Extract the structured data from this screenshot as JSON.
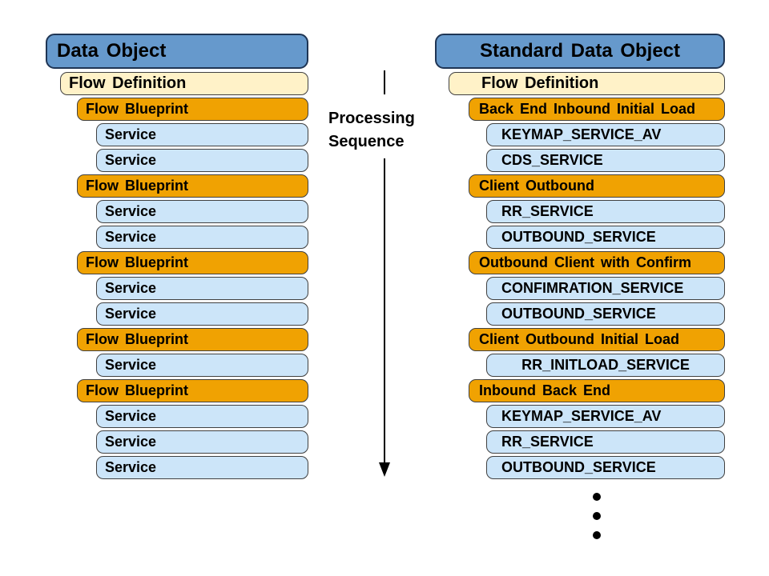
{
  "left_column": {
    "header": "Data Object",
    "rows": [
      {
        "type": "definition",
        "label": "Flow Definition"
      },
      {
        "type": "blueprint",
        "label": "Flow Blueprint"
      },
      {
        "type": "service",
        "label": "Service"
      },
      {
        "type": "service",
        "label": "Service"
      },
      {
        "type": "blueprint",
        "label": "Flow Blueprint"
      },
      {
        "type": "service",
        "label": "Service"
      },
      {
        "type": "service",
        "label": "Service"
      },
      {
        "type": "blueprint",
        "label": "Flow Blueprint"
      },
      {
        "type": "service",
        "label": "Service"
      },
      {
        "type": "service",
        "label": "Service"
      },
      {
        "type": "blueprint",
        "label": "Flow Blueprint"
      },
      {
        "type": "service",
        "label": "Service"
      },
      {
        "type": "blueprint",
        "label": "Flow Blueprint"
      },
      {
        "type": "service",
        "label": "Service"
      },
      {
        "type": "service",
        "label": "Service"
      },
      {
        "type": "service",
        "label": "Service"
      }
    ]
  },
  "right_column": {
    "header": "Standard Data Object",
    "rows": [
      {
        "type": "definition",
        "label": "Flow Definition"
      },
      {
        "type": "blueprint",
        "label": "Back End Inbound Initial Load"
      },
      {
        "type": "service",
        "label": "KEYMAP_SERVICE_AV"
      },
      {
        "type": "service",
        "label": "CDS_SERVICE"
      },
      {
        "type": "blueprint",
        "label": "Client Outbound"
      },
      {
        "type": "service",
        "label": "RR_SERVICE"
      },
      {
        "type": "service",
        "label": "OUTBOUND_SERVICE"
      },
      {
        "type": "blueprint",
        "label": "Outbound Client with Confirm"
      },
      {
        "type": "service",
        "label": "CONFIMRATION_SERVICE"
      },
      {
        "type": "service",
        "label": "OUTBOUND_SERVICE"
      },
      {
        "type": "blueprint",
        "label": "Client Outbound Initial Load"
      },
      {
        "type": "service",
        "label": "RR_INITLOAD_SERVICE",
        "align": "center"
      },
      {
        "type": "blueprint",
        "label": "Inbound Back End"
      },
      {
        "type": "service",
        "label": "KEYMAP_SERVICE_AV"
      },
      {
        "type": "service",
        "label": "RR_SERVICE"
      },
      {
        "type": "service",
        "label": "OUTBOUND_SERVICE"
      }
    ]
  },
  "center": {
    "label": "Processing Sequence"
  },
  "ellipsis": {
    "dot_count": 3
  },
  "colors": {
    "header_fill": "#6699CC",
    "header_border": "#1F3554",
    "definition_fill": "#FFF2C8",
    "blueprint_fill": "#F0A202",
    "service_fill": "#CCE5F9",
    "row_border": "#404040",
    "arrow": "#000000",
    "text": "#000000"
  }
}
